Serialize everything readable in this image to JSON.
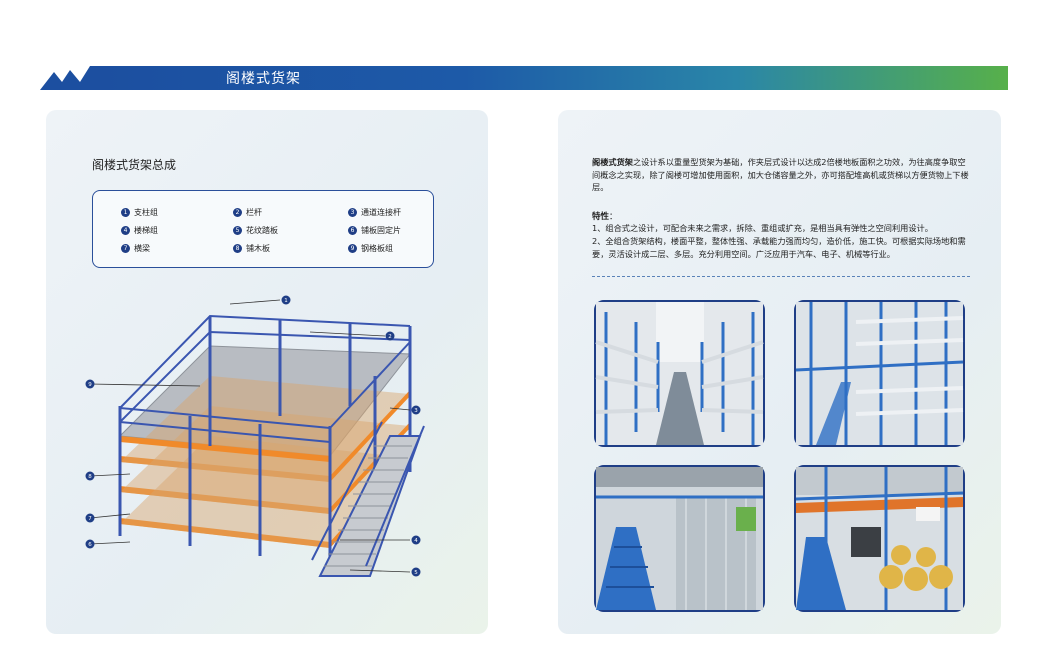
{
  "header": {
    "title": "阁楼式货架"
  },
  "left": {
    "title": "阁楼式货架总成",
    "legend": [
      {
        "num": "1",
        "label": "支柱组"
      },
      {
        "num": "2",
        "label": "栏杆"
      },
      {
        "num": "3",
        "label": "通道连接杆"
      },
      {
        "num": "4",
        "label": "楼梯组"
      },
      {
        "num": "5",
        "label": "花纹踏板"
      },
      {
        "num": "6",
        "label": "铺板固定片"
      },
      {
        "num": "7",
        "label": "横梁"
      },
      {
        "num": "8",
        "label": "铺木板"
      },
      {
        "num": "9",
        "label": "钢格板组"
      }
    ],
    "callouts": [
      "1",
      "2",
      "9",
      "3",
      "8",
      "7",
      "6",
      "4",
      "5"
    ]
  },
  "right": {
    "intro_bold": "阁楼式货架",
    "intro_rest": "之设计系以重量型货架为基础，作夹层式设计以达成2倍楼地板面积之功效，为往高度争取空间概念之实现，除了阁楼可增加使用面积，加大仓储容量之外，亦可搭配堆高机或货梯以方便货物上下楼层。",
    "features_title": "特性",
    "features_colon": "：",
    "feature1": "1、组合式之设计，可配合未来之需求，拆除、重组或扩充，是相当具有弹性之空间利用设计。",
    "feature2": "2、全组合货架结构，楼面平整，整体性强、承载能力强而均匀，造价低，施工快。可根据实际场地和需要，灵活设计成二层、多层。充分利用空间。广泛应用于汽车、电子、机械等行业。"
  },
  "colors": {
    "navy": "#1f3e86",
    "rack_blue": "#3a56b0",
    "beam_orange": "#f08a2a",
    "deck_gray": "#b8bcc2",
    "header_green": "#57b04a"
  }
}
